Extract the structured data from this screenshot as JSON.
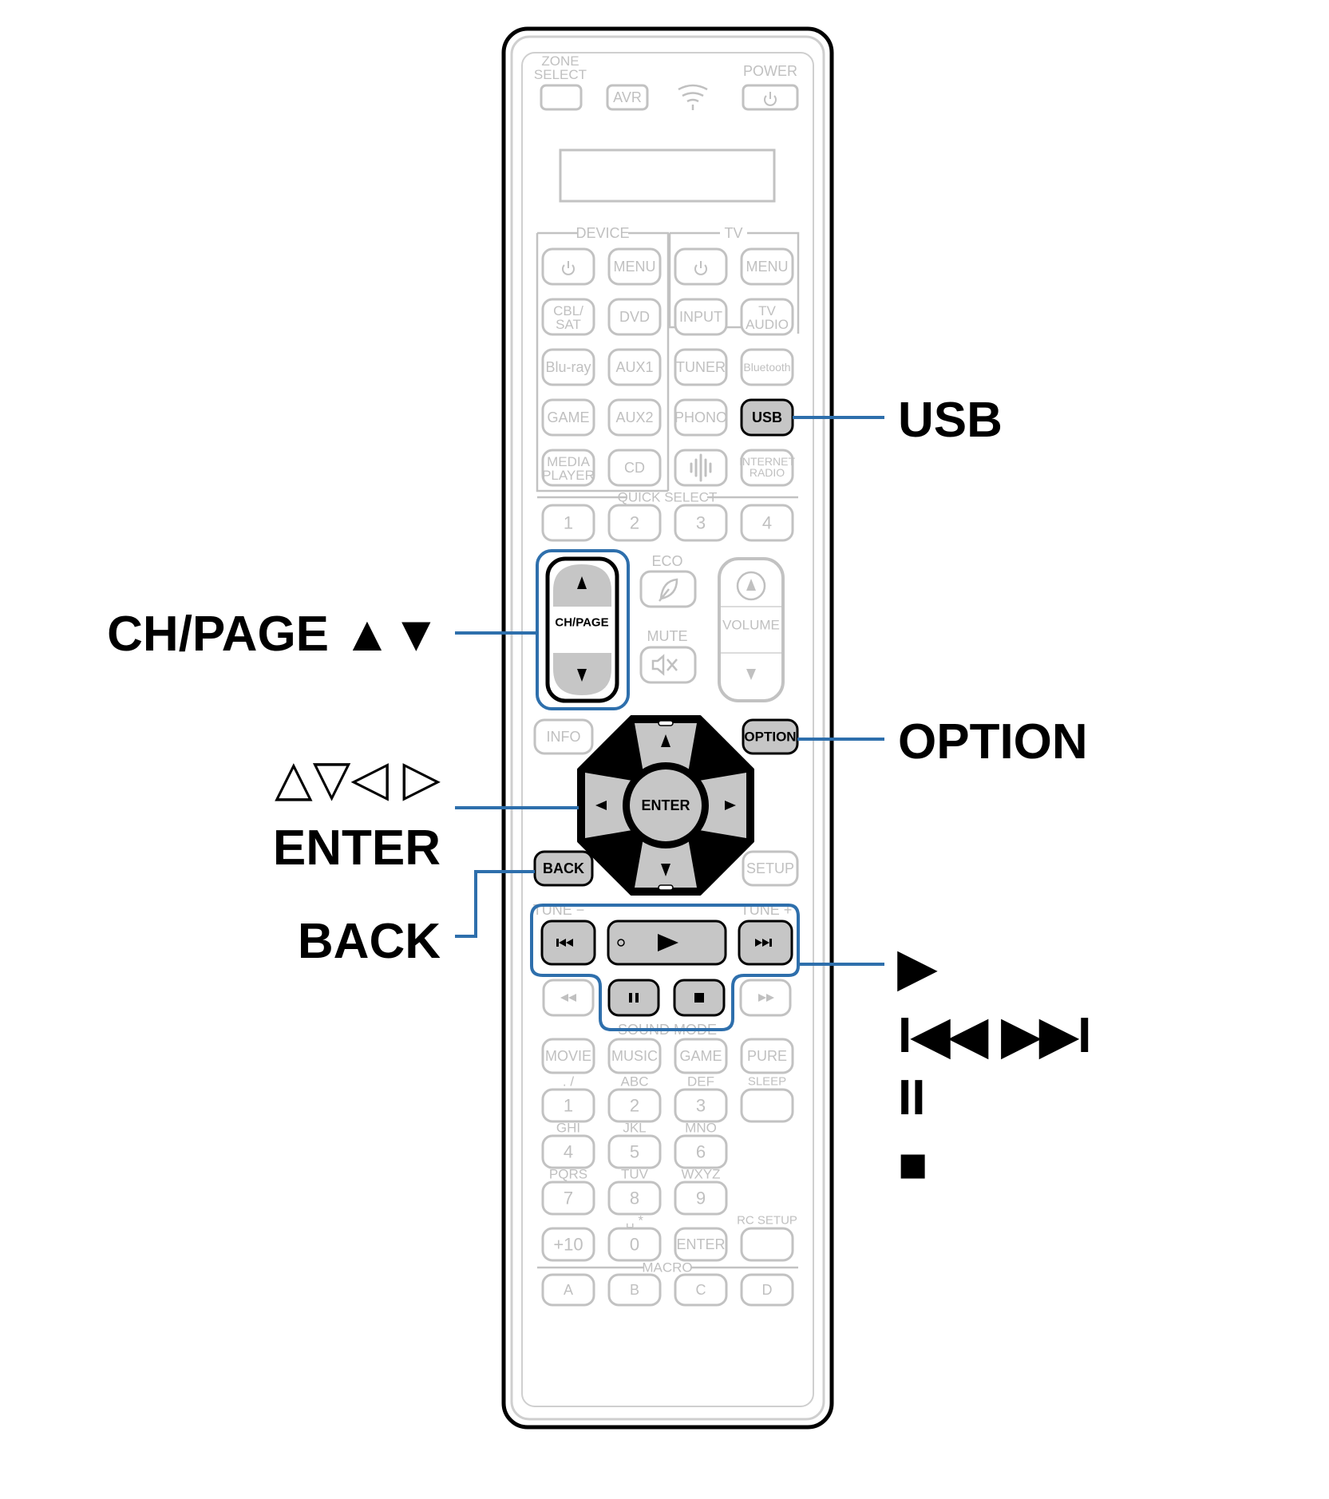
{
  "remote": {
    "zone_select": "ZONE\nSELECT",
    "avr": "AVR",
    "power": "POWER",
    "device": "DEVICE",
    "tv": "TV",
    "menu": "MENU",
    "cbl_sat": "CBL/\nSAT",
    "dvd": "DVD",
    "input": "INPUT",
    "tv_audio": "TV\nAUDIO",
    "bluray": "Blu-ray",
    "aux1": "AUX1",
    "tuner": "TUNER",
    "bluetooth": "Bluetooth",
    "game": "GAME",
    "aux2": "AUX2",
    "phono": "PHONO",
    "usb": "USB",
    "media_player": "MEDIA\nPLAYER",
    "cd": "CD",
    "internet_radio": "INTERNET\nRADIO",
    "quick_select": "QUICK SELECT",
    "quick_keys": [
      "1",
      "2",
      "3",
      "4"
    ],
    "eco": "ECO",
    "mute": "MUTE",
    "ch_page": "CH/PAGE",
    "volume": "VOLUME",
    "info": "INFO",
    "option": "OPTION",
    "enter": "ENTER",
    "back": "BACK",
    "setup": "SETUP",
    "tune_minus": "TUNE −",
    "tune_plus": "TUNE +",
    "sound_mode": "SOUND MODE",
    "sound_keys": [
      "MOVIE",
      "MUSIC",
      "GAME",
      "PURE"
    ],
    "num_letters": [
      ". /",
      "ABC",
      "DEF",
      "SLEEP",
      "GHI",
      "JKL",
      "MNO",
      "PQRS",
      "TUV",
      "WXYZ",
      "␣ *",
      "RC SETUP"
    ],
    "numbers": [
      "1",
      "2",
      "3",
      "4",
      "5",
      "6",
      "7",
      "8",
      "9",
      "+10",
      "0",
      "ENTER"
    ],
    "macro": "MACRO",
    "macro_keys": [
      "A",
      "B",
      "C",
      "D"
    ]
  },
  "callouts": {
    "usb": "USB",
    "ch_page": "CH/PAGE ▲▼",
    "option": "OPTION",
    "cursor": "△▽◁ ▷",
    "enter": "ENTER",
    "back": "BACK",
    "play": "▶",
    "skip": "I◀◀ ▶▶I",
    "pause": "II",
    "stop": "■"
  }
}
